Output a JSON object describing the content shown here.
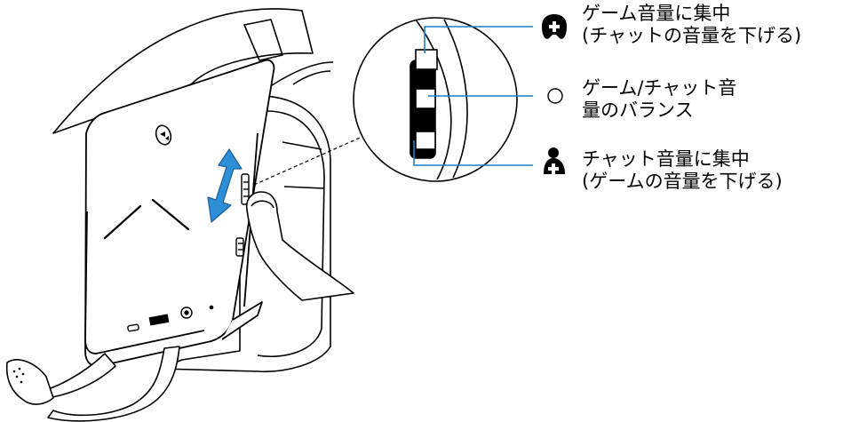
{
  "colors": {
    "line": "#000000",
    "accent": "#1a7fc8",
    "arrow": "#2f8fd6",
    "arrow_outline": "#1a5f9c",
    "background": "#ffffff"
  },
  "icons": {
    "game": "gamepad-icon",
    "balance": "circle-icon",
    "chat": "person-plus-icon"
  },
  "legend": {
    "game_focus": {
      "line1": "ゲーム音量に集中",
      "line2": "(チャットの音量を下げる)"
    },
    "balance": {
      "line1": "ゲーム/チャット音",
      "line2": "量のバランス"
    },
    "chat_focus": {
      "line1": "チャット音量に集中",
      "line2": "(ゲームの音量を下げる)"
    }
  }
}
